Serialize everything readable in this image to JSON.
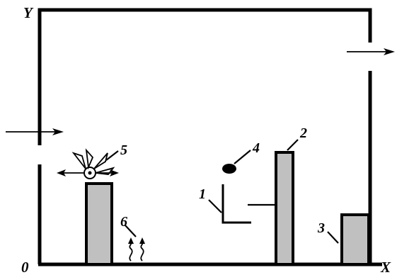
{
  "axes": {
    "origin": "0",
    "x": "X",
    "y": "Y"
  },
  "parts": [
    {
      "id": "1",
      "label": "1"
    },
    {
      "id": "2",
      "label": "2"
    },
    {
      "id": "3",
      "label": "3"
    },
    {
      "id": "4",
      "label": "4"
    },
    {
      "id": "5",
      "label": "5"
    },
    {
      "id": "6",
      "label": "6"
    }
  ],
  "icons": {
    "inflow": "right-arrow-icon",
    "outflow": "right-arrow-icon",
    "fan": "fan-icon",
    "heat": "heat-wave-icon",
    "particle": "filled-circle-icon"
  }
}
